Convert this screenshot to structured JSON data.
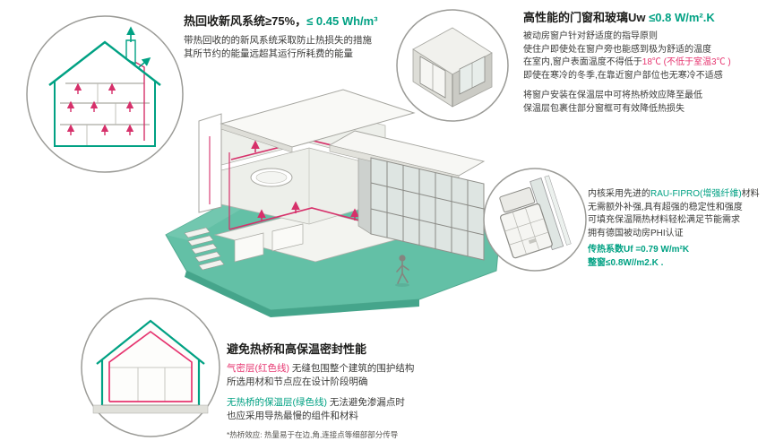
{
  "colors": {
    "green": "#00A183",
    "red": "#E6346F",
    "duct_red": "#D6306A",
    "platform_teal": "#63C0A6"
  },
  "hrv": {
    "title_black": "热回收新风系统≥75%，",
    "title_green": "≤ 0.45 Wh/m³",
    "line1": "带热回收的的新风系统采取防止热损失的措施",
    "line2": "其所节约的能量远超其运行所耗费的能量"
  },
  "windows": {
    "title_black": "高性能的门窗和玻璃Uw ",
    "title_green": "≤0.8 W/m².K",
    "line1": "被动房窗户针对舒适度的指导原则",
    "line2": "使住户即使处在窗户旁也能感到极为舒适的温度",
    "line3_black": "在室内,窗户表面温度不得低于",
    "line3_red": "18℃ (不低于室温3℃ )",
    "line4": "即使在寒冷的冬季,在靠近窗户部位也无寒冷不适感",
    "line5": "将窗户安装在保温层中可将热桥效应降至最低",
    "line6": "保温层包裹住部分窗框可有效降低热损失"
  },
  "profile": {
    "line1_pre": "内核采用先进的",
    "line1_green": "RAU-FIPRO(增强纤维)",
    "line1_post": "材料",
    "line2": "无需额外补强,具有超强的稳定性和强度",
    "line3": "可填充保温隔热材料轻松满足节能需求",
    "line4": "拥有德国被动房PHI认证",
    "line5": "传热系数Uf =0.79 W/m²K",
    "line6": "整窗≤0.8W//m2.K ."
  },
  "thermal": {
    "title": "避免热桥和高保温密封性能",
    "line1_red": "气密层(红色线)",
    "line1_black": " 无缝包围整个建筑的围护结构",
    "line2": "所选用材和节点应在设计阶段明确",
    "line3_green": "无热桥的保温层(绿色线)",
    "line3_black": " 无法避免渗漏点时",
    "line4": "也应采用导热最慢的组件和材料",
    "note": "*热桥效应: 热量易于在边,角,连接点等细部部分传导"
  },
  "art": {
    "main": "isometric-passive-house-cutaway",
    "inset_top_left": "house-section-heat-recovery-ventilation",
    "inset_top_right": "window-installation-corner-detail",
    "inset_middle_right": "window-frame-profile-cutaway",
    "inset_bottom_left": "house-section-airtight-insulation-layers"
  }
}
